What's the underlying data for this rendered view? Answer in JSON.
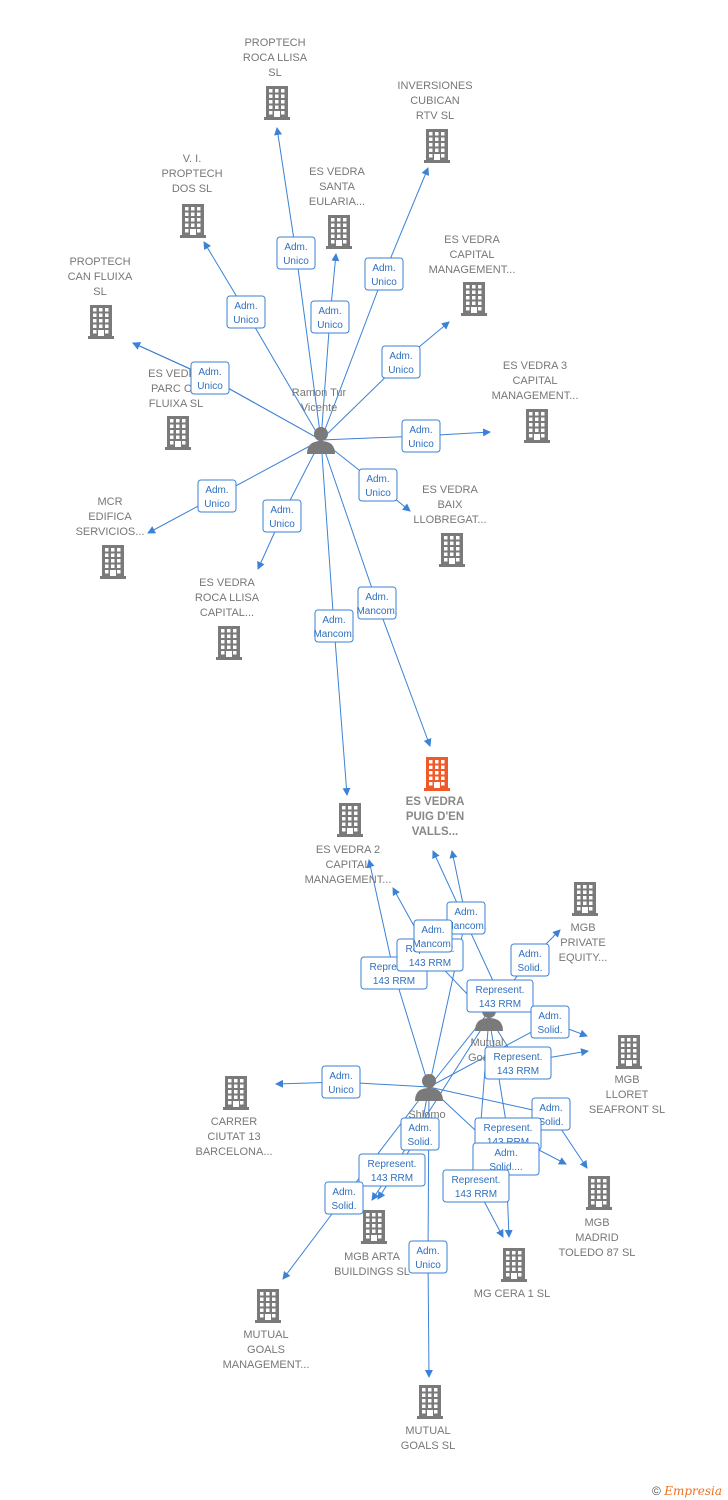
{
  "nodes": [
    {
      "id": "proptech_roca",
      "type": "company",
      "lines": [
        "PROPTECH",
        "ROCA LLISA",
        "SL"
      ]
    },
    {
      "id": "inversiones",
      "type": "company",
      "lines": [
        "INVERSIONES",
        "CUBICAN",
        "RTV  SL"
      ]
    },
    {
      "id": "vi_proptech",
      "type": "company",
      "lines": [
        "V. I.",
        "PROPTECH",
        "DOS  SL"
      ]
    },
    {
      "id": "santa_eularia",
      "type": "company",
      "lines": [
        "ES VEDRA",
        "SANTA",
        "EULARIA..."
      ]
    },
    {
      "id": "capital_mgmt",
      "type": "company",
      "lines": [
        "ES VEDRA",
        "CAPITAL",
        "MANAGEMENT..."
      ]
    },
    {
      "id": "can_fluixa",
      "type": "company",
      "lines": [
        "PROPTECH",
        "CAN FLUIXA",
        "SL"
      ]
    },
    {
      "id": "parc_fluixa",
      "type": "company",
      "lines": [
        "ES VEDRA",
        "PARC C...",
        "FLUIXA  SL"
      ]
    },
    {
      "id": "vedra3",
      "type": "company",
      "lines": [
        "ES VEDRA 3",
        "CAPITAL",
        "MANAGEMENT..."
      ]
    },
    {
      "id": "baix",
      "type": "company",
      "lines": [
        "ES VEDRA",
        "BAIX",
        "LLOBREGAT..."
      ]
    },
    {
      "id": "mcr",
      "type": "company",
      "lines": [
        "MCR",
        "EDIFICA",
        "SERVICIOS..."
      ]
    },
    {
      "id": "roca_capital",
      "type": "company",
      "lines": [
        "ES VEDRA",
        "ROCA LLISA",
        "CAPITAL..."
      ]
    },
    {
      "id": "focal",
      "type": "company",
      "focal": true,
      "lines": [
        "ES VEDRA",
        "PUIG D'EN",
        "VALLS..."
      ]
    },
    {
      "id": "vedra2",
      "type": "company",
      "lines": [
        "ES VEDRA 2",
        "CAPITAL",
        "MANAGEMENT..."
      ]
    },
    {
      "id": "mgb_private",
      "type": "company",
      "lines": [
        "MGB",
        "PRIVATE",
        "EQUITY..."
      ]
    },
    {
      "id": "mgb_lloret",
      "type": "company",
      "lines": [
        "MGB",
        "LLORET",
        "SEAFRONT  SL"
      ]
    },
    {
      "id": "carrer",
      "type": "company",
      "lines": [
        "CARRER",
        "CIUTAT 13",
        "BARCELONA..."
      ]
    },
    {
      "id": "mgb_madrid",
      "type": "company",
      "lines": [
        "MGB",
        "MADRID",
        "TOLEDO 87  SL"
      ]
    },
    {
      "id": "mgb_arta",
      "type": "company",
      "lines": [
        "MGB ARTA",
        "BUILDINGS  SL"
      ]
    },
    {
      "id": "mg_cera",
      "type": "company",
      "lines": [
        "MG CERA 1  SL"
      ]
    },
    {
      "id": "mutual_mgmt",
      "type": "company",
      "lines": [
        "MUTUAL",
        "GOALS",
        "MANAGEMENT..."
      ]
    },
    {
      "id": "mutual_goals_sl",
      "type": "company",
      "lines": [
        "MUTUAL",
        "GOALS  SL"
      ]
    },
    {
      "id": "ramon",
      "type": "person",
      "lines": [
        "Ramon Tur",
        "Vicente"
      ]
    },
    {
      "id": "mutual_person",
      "type": "person",
      "lines": [
        "Mutual",
        "Goals..."
      ]
    },
    {
      "id": "shlomo",
      "type": "person",
      "lines": [
        "Shlomo",
        "..."
      ]
    }
  ],
  "edges": [
    {
      "from": "ramon",
      "to": "proptech_roca",
      "label": [
        "Adm.",
        "Unico"
      ]
    },
    {
      "from": "ramon",
      "to": "santa_eularia",
      "label": [
        "Adm.",
        "Unico"
      ]
    },
    {
      "from": "ramon",
      "to": "inversiones",
      "label": [
        "Adm.",
        "Unico"
      ]
    },
    {
      "from": "ramon",
      "to": "vi_proptech",
      "label": [
        "Adm.",
        "Unico"
      ]
    },
    {
      "from": "ramon",
      "to": "capital_mgmt",
      "label": [
        "Adm.",
        "Unico"
      ]
    },
    {
      "from": "ramon",
      "to": "can_fluixa",
      "label": [
        "Adm.",
        "Unico"
      ]
    },
    {
      "from": "ramon",
      "to": "parc_fluixa",
      "label": [
        "Adm.",
        "Unico"
      ]
    },
    {
      "from": "ramon",
      "to": "vedra3",
      "label": [
        "Adm.",
        "Unico"
      ]
    },
    {
      "from": "ramon",
      "to": "baix",
      "label": [
        "Adm.",
        "Unico"
      ]
    },
    {
      "from": "ramon",
      "to": "mcr",
      "label": [
        "Adm.",
        "Unico"
      ]
    },
    {
      "from": "ramon",
      "to": "roca_capital",
      "label": [
        "Adm.",
        "Unico"
      ]
    },
    {
      "from": "ramon",
      "to": "focal",
      "label": [
        "Adm.",
        "Mancom."
      ]
    },
    {
      "from": "ramon",
      "to": "vedra2",
      "label": [
        "Adm.",
        "Mancom."
      ]
    },
    {
      "from": "shlomo",
      "to": "focal",
      "label": [
        "Adm.",
        "Mancom."
      ]
    },
    {
      "from": "mutual_person",
      "to": "focal",
      "label": [
        "Represent.",
        "143 RRM"
      ]
    },
    {
      "from": "shlomo",
      "to": "vedra2",
      "label": [
        "Represent.",
        "143 RRM"
      ]
    },
    {
      "from": "shlomo",
      "to": "mgb_private",
      "label": [
        "Adm.",
        "Solid."
      ]
    },
    {
      "from": "mutual_person",
      "to": "mgb_private",
      "label": [
        "Represent.",
        "143 RRM"
      ]
    },
    {
      "from": "shlomo",
      "to": "mgb_lloret",
      "label": [
        "Adm.",
        "Solid."
      ]
    },
    {
      "from": "mutual_person",
      "to": "mgb_lloret",
      "label": [
        "Represent.",
        "143 RRM"
      ]
    },
    {
      "from": "shlomo",
      "to": "carrer",
      "label": [
        "Adm.",
        "Unico"
      ]
    },
    {
      "from": "shlomo",
      "to": "mgb_madrid",
      "label": [
        "Adm.",
        "Solid."
      ]
    },
    {
      "from": "mutual_person",
      "to": "mgb_madrid",
      "label": [
        "Represent.",
        "143 RRM"
      ]
    },
    {
      "from": "shlomo",
      "to": "mgb_arta",
      "label": [
        "Adm.",
        "Solid."
      ]
    },
    {
      "from": "mutual_person",
      "to": "mgb_arta",
      "label": [
        "Represent.",
        "143 RRM"
      ]
    },
    {
      "from": "shlomo",
      "to": "mg_cera",
      "label": [
        "Adm.",
        "Solid...."
      ]
    },
    {
      "from": "mutual_person",
      "to": "mg_cera",
      "label": [
        "Represent.",
        "143 RRM"
      ]
    },
    {
      "from": "shlomo",
      "to": "mutual_mgmt",
      "label": [
        "Adm.",
        "Solid."
      ]
    },
    {
      "from": "shlomo",
      "to": "mutual_goals_sl",
      "label": [
        "Adm.",
        "Unico"
      ]
    }
  ],
  "extra_labels": [
    {
      "label": [
        "Adm.",
        "Mancom."
      ]
    }
  ],
  "colors": {
    "edge": "#3b82d6",
    "company_icon": "#7a7a7a",
    "focal_icon": "#f05a28",
    "person_icon": "#7a7a7a"
  },
  "footer": {
    "copyright": "©",
    "brand": "Empresia"
  }
}
